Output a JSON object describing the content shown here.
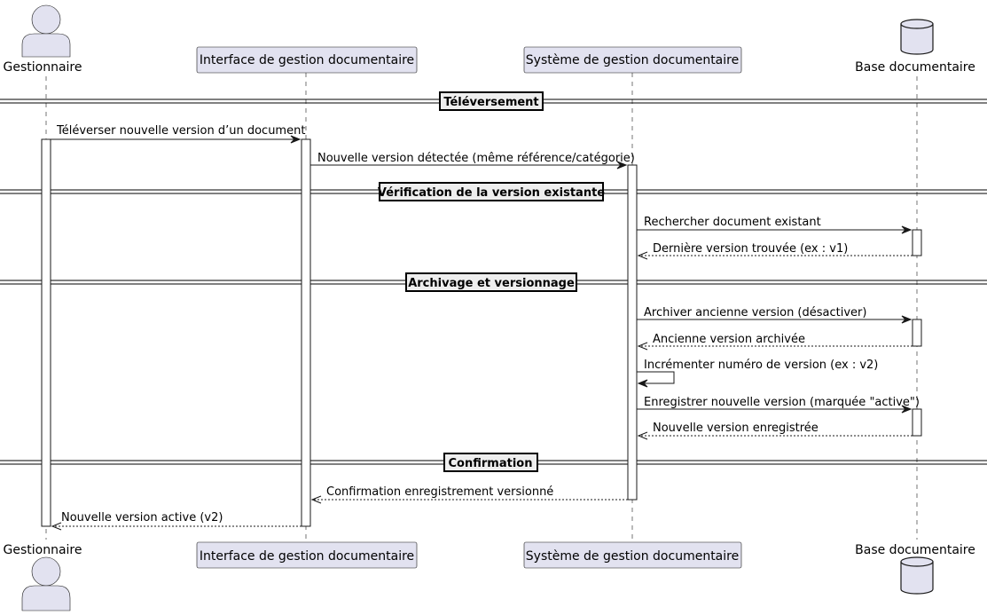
{
  "participants": {
    "gestionnaire": "Gestionnaire",
    "interface": "Interface de gestion documentaire",
    "systeme": "Système de gestion documentaire",
    "base": "Base documentaire"
  },
  "dividers": {
    "televersement": "Téléversement",
    "verification": "Vérification de la version existante",
    "archivage": "Archivage et versionnage",
    "confirmation": "Confirmation"
  },
  "messages": {
    "m1": "Téléverser nouvelle version d’un document",
    "m2": "Nouvelle version détectée (même référence/catégorie)",
    "m3": "Rechercher document existant",
    "m4": "Dernière version trouvée (ex : v1)",
    "m5": "Archiver ancienne version (désactiver)",
    "m6": "Ancienne version archivée",
    "m7": "Incrémenter numéro de version (ex : v2)",
    "m8": "Enregistrer nouvelle version (marquée \"active\")",
    "m9": "Nouvelle version enregistrée",
    "m10": "Confirmation enregistrement versionné",
    "m11": "Nouvelle version active (v2)"
  }
}
